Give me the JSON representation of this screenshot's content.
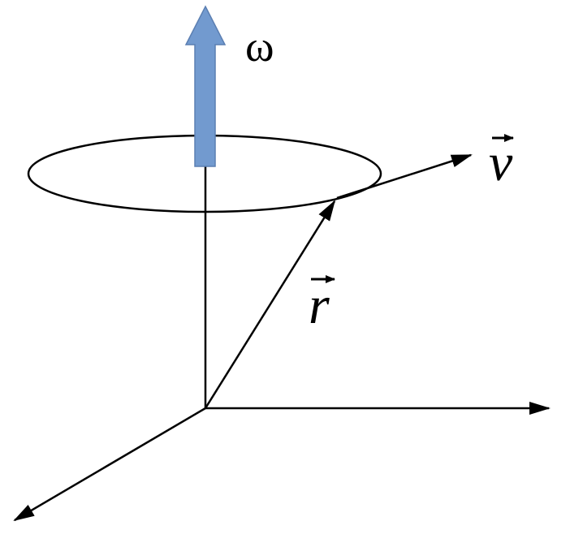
{
  "labels": {
    "omega": "ω",
    "velocity": "v",
    "radius": "r"
  },
  "colors": {
    "omega_arrow_fill": "#729ACF",
    "omega_arrow_stroke": "#5B7FB2",
    "lines": "#000000",
    "background": "#FFFFFF"
  },
  "icons": {
    "omega_arrow": "thick-up-arrow-icon",
    "vector_accent": "small-right-arrow-icon"
  }
}
